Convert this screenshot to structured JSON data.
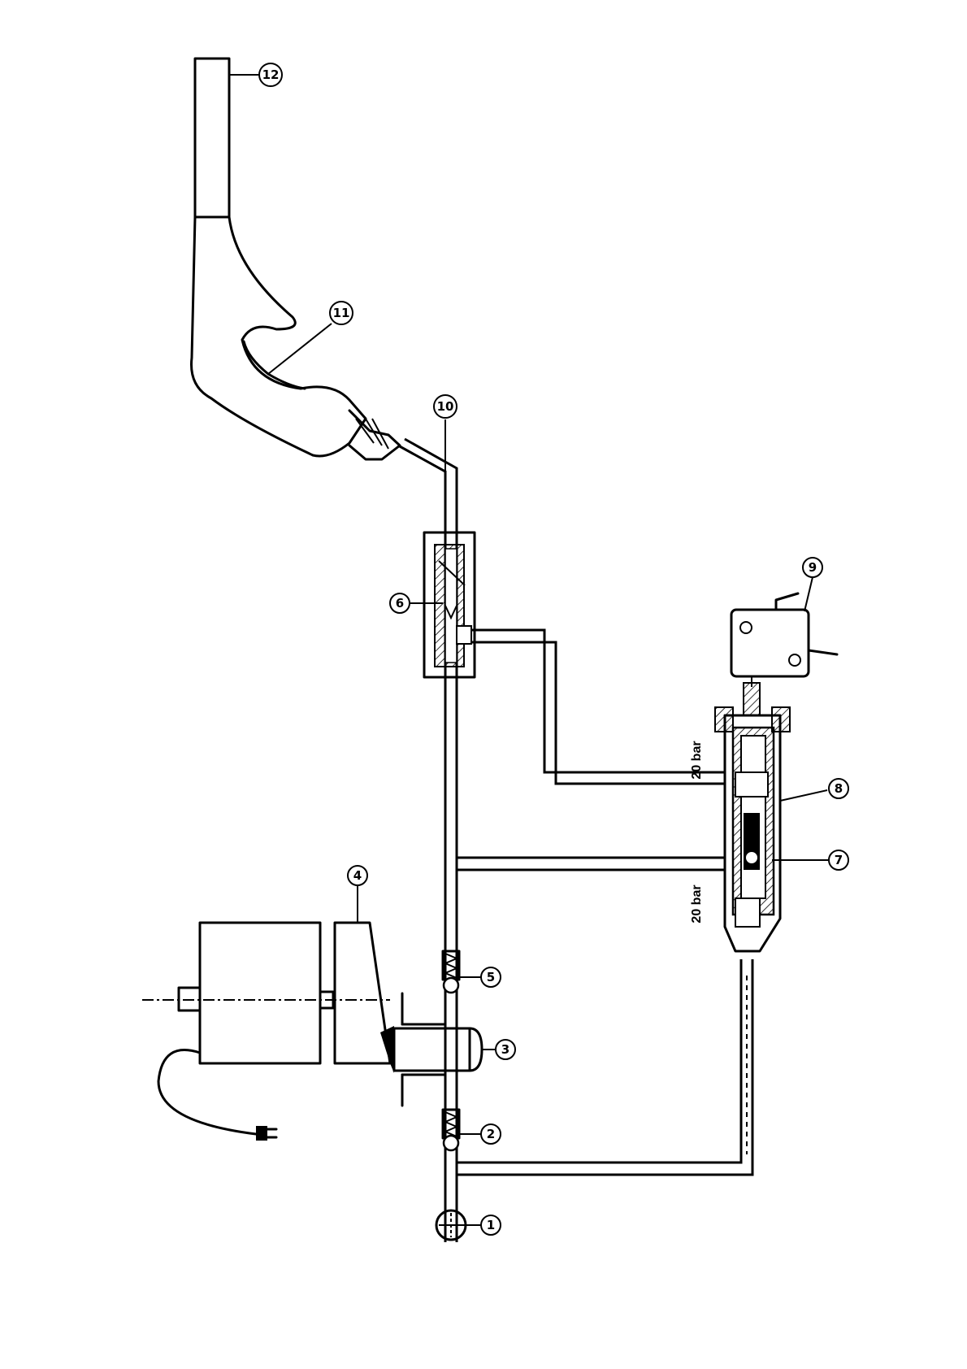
{
  "callouts": [
    "1",
    "2",
    "3",
    "4",
    "5",
    "6",
    "7",
    "8",
    "9",
    "10",
    "11",
    "12"
  ],
  "pressure_labels": [
    "20 bar",
    "20 bar"
  ]
}
